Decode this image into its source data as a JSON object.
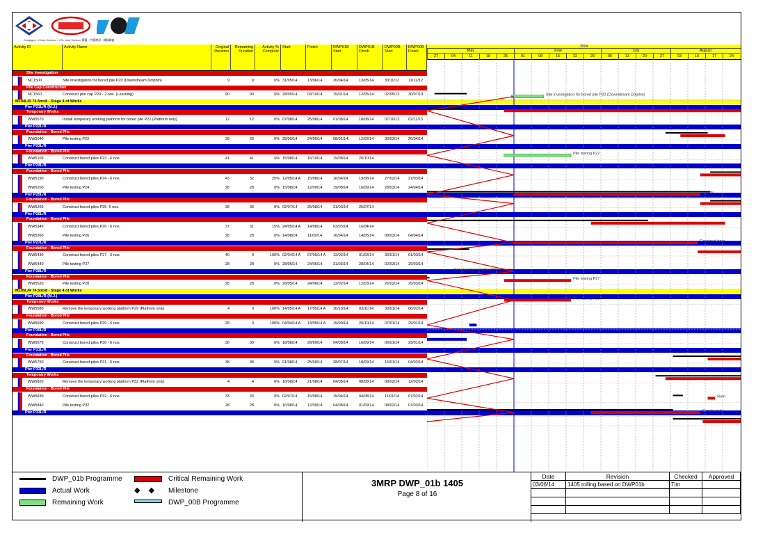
{
  "logos": {
    "caption": "Dragages - China Harbour - VSL Joint Venture 寶嘉 - 中國港灣 - 威勝聯營"
  },
  "table_header": {
    "activity_id": "Activity ID",
    "activity_name": "Activity Name",
    "orig_dur": "Original Duration",
    "rem_dur": "Remaining Duration",
    "pct": "Activity % Complete",
    "start": "Start",
    "finish": "Finish",
    "dwp01b_start": "DWP01B Start",
    "dwp01b_finish": "DWP01B Finish",
    "dwp00b_start": "DWP00B Start",
    "dwp00b_finish": "DWP00B Finish"
  },
  "timeline": {
    "year": "2014",
    "months": [
      "May",
      "June",
      "July",
      "August"
    ],
    "days": [
      "27",
      "04",
      "11",
      "18",
      "25",
      "01",
      "08",
      "15",
      "22",
      "29",
      "06",
      "13",
      "20",
      "27",
      "03",
      "10",
      "17",
      "24"
    ]
  },
  "rows": [
    {
      "type": "l3",
      "text": "Site Investigation"
    },
    {
      "type": "act",
      "id": "NC1500",
      "name": "Site investigation for bored pile P20 (Downstream Dolphin)",
      "od": "9",
      "rd": "9",
      "pct": "0%",
      "s": "31/05/14",
      "f": "13/06/14",
      "s1": "30/04/14",
      "f1": "13/05/14",
      "s0": "30/11/12",
      "f0": "11/12/12",
      "label": "Site investigation for bored pile P20 (Downstream Dolphin)"
    },
    {
      "type": "l3",
      "text": "Pile Cap Construction"
    },
    {
      "type": "act",
      "id": "NC1560",
      "name": "Construct pile cap P20 - 2 nos. (Learning)",
      "od": "90",
      "rd": "90",
      "pct": "0%",
      "s": "28/05/14",
      "f": "03/10/14",
      "s1": "15/01/14",
      "f1": "12/05/14",
      "s0": "02/05/13",
      "f0": "30/07/13",
      "label": ""
    },
    {
      "type": "l1",
      "text": "ML04L/R 74.5mx8 - Stage 4 of Works"
    },
    {
      "type": "l2",
      "text": "Pier P21L/R (M.J.)"
    },
    {
      "type": "l3",
      "text": "Temporary Works"
    },
    {
      "type": "act",
      "id": "WW5570",
      "name": "Install temporary working platform for bored pile P21 (Platform only)",
      "od": "12",
      "rd": "12",
      "pct": "0%",
      "s": "07/08/14",
      "f": "25/08/14",
      "s1": "01/08/14",
      "f1": "18/08/14",
      "s0": "07/10/13",
      "f0": "02/11/13",
      "label": ""
    },
    {
      "type": "l2",
      "text": "Pier P22L/R"
    },
    {
      "type": "l3",
      "text": "Foundation - Bored Pile"
    },
    {
      "type": "act",
      "id": "WW5040",
      "name": "Pile testing P22",
      "od": "28",
      "rd": "28",
      "pct": "0%",
      "s": "28/05/14",
      "f": "24/06/14",
      "s1": "08/01/14",
      "f1": "12/02/14",
      "s0": "30/03/14",
      "f0": "26/04/14",
      "label": "Pile testing P22"
    },
    {
      "type": "l2",
      "text": "Pier P23L/R"
    },
    {
      "type": "l3",
      "text": "Foundation - Bored Pile"
    },
    {
      "type": "act",
      "id": "WW5109",
      "name": "Construct bored piles P23 - 6 nos.",
      "od": "41",
      "rd": "41",
      "pct": "0%",
      "s": "15/08/14",
      "f": "16/10/14",
      "s1": "19/08/14",
      "f1": "20/10/14",
      "s0": "",
      "f0": "",
      "label": ""
    },
    {
      "type": "l2",
      "text": "Pier P24L/R"
    },
    {
      "type": "l3",
      "text": "Foundation - Bored Pile"
    },
    {
      "type": "act",
      "id": "WW5190",
      "name": "Construct bored piles P24 - 6 nos.",
      "od": "43",
      "rd": "32",
      "pct": "25%",
      "s": "12/05/14 A",
      "f": "15/08/14",
      "s1": "16/04/14",
      "f1": "19/08/14",
      "s0": "27/02/14",
      "f0": "27/03/14",
      "label": "Constr"
    },
    {
      "type": "act",
      "id": "WW5200",
      "name": "Pile testing P24",
      "od": "28",
      "rd": "28",
      "pct": "0%",
      "s": "15/08/14",
      "f": "12/09/14",
      "s1": "19/08/14",
      "f1": "16/09/14",
      "s0": "28/03/14",
      "f0": "24/04/14",
      "label": ""
    },
    {
      "type": "l2",
      "text": "Pier P25L/R"
    },
    {
      "type": "l3",
      "text": "Foundation - Bored Pile"
    },
    {
      "type": "act",
      "id": "WW5269",
      "name": "Construct bored piles P25- 6 nos.",
      "od": "39",
      "rd": "39",
      "pct": "0%",
      "s": "02/07/14",
      "f": "25/08/14",
      "s1": "31/03/14",
      "f1": "25/07/14",
      "s0": "",
      "f0": "",
      "label": ""
    },
    {
      "type": "l2",
      "text": "Pier P26L/R"
    },
    {
      "type": "l3",
      "text": "Foundation - Bored Pile"
    },
    {
      "type": "act",
      "id": "WW5349",
      "name": "Construct bored piles P26 - 6 nos.",
      "od": "37",
      "rd": "31",
      "pct": "15%",
      "s": "24/05/14 A",
      "f": "14/08/14",
      "s1": "03/03/14",
      "f1": "16/04/14",
      "s0": "",
      "f0": "",
      "label": "Construct bore"
    },
    {
      "type": "act",
      "id": "WW5360",
      "name": "Pile testing P26",
      "od": "28",
      "rd": "28",
      "pct": "0%",
      "s": "14/08/14",
      "f": "11/09/14",
      "s1": "16/04/14",
      "f1": "14/05/14",
      "s0": "08/03/14",
      "f0": "04/04/14",
      "label": ""
    },
    {
      "type": "l2",
      "text": "Pier P27L/R"
    },
    {
      "type": "l3",
      "text": "Foundation - Bored Pile"
    },
    {
      "type": "act",
      "id": "WW5430",
      "name": "Construct bored piles P27 - 6 nos.",
      "od": "40",
      "rd": "0",
      "pct": "100%",
      "s": "02/04/14 A",
      "f": "07/05/14 A",
      "s1": "12/02/14",
      "f1": "31/03/14",
      "s0": "30/01/14",
      "f0": "01/03/14",
      "label": "Construct bored piles P27 - 6 nos."
    },
    {
      "type": "act",
      "id": "WW5440",
      "name": "Pile testing P27",
      "od": "28",
      "rd": "28",
      "pct": "0%",
      "s": "28/05/14",
      "f": "24/06/14",
      "s1": "31/03/14",
      "f1": "28/04/14",
      "s0": "02/03/14",
      "f0": "29/03/14",
      "label": "Pile testing P27"
    },
    {
      "type": "l2",
      "text": "Pier P28L/R"
    },
    {
      "type": "l3",
      "text": "Foundation - Bored Pile"
    },
    {
      "type": "act",
      "id": "WW5520",
      "name": "Pile testing P28",
      "od": "28",
      "rd": "28",
      "pct": "0%",
      "s": "28/05/14",
      "f": "24/06/14",
      "s1": "12/02/14",
      "f1": "12/03/14",
      "s0": "26/02/14",
      "f0": "25/03/14",
      "label": "Pile testing P28"
    },
    {
      "type": "l1",
      "text": "ML05L/R 74.5mx8 - Stage 4 of Works"
    },
    {
      "type": "l2",
      "text": "Pier P29L/R (M.J.)"
    },
    {
      "type": "l3",
      "text": "Temporary Works"
    },
    {
      "type": "act",
      "id": "WW5580",
      "name": "Remove the temporary working platform P29 (Platform only)",
      "od": "4",
      "rd": "0",
      "pct": "100%",
      "s": "14/05/14 A",
      "f": "17/05/14 A",
      "s1": "30/10/14",
      "f1": "03/11/14",
      "s0": "30/01/14",
      "f0": "06/02/14",
      "label": ""
    },
    {
      "type": "l3",
      "text": "Foundation - Bored Pile"
    },
    {
      "type": "act",
      "id": "WW5590",
      "name": "Construct bored piles P29 - 6 nos.",
      "od": "28",
      "rd": "0",
      "pct": "100%",
      "s": "04/04/14 A",
      "f": "13/05/14 A",
      "s1": "19/09/14",
      "f1": "29/10/14",
      "s0": "07/01/14",
      "f0": "29/01/14",
      "label": ""
    },
    {
      "type": "l2",
      "text": "Pier P30L/R"
    },
    {
      "type": "l3",
      "text": "Foundation - Bored Pile"
    },
    {
      "type": "act",
      "id": "WW5670",
      "name": "Construct bored piles P30 - 6 nos.",
      "od": "30",
      "rd": "30",
      "pct": "0%",
      "s": "18/08/14",
      "f": "29/09/14",
      "s1": "04/08/14",
      "f1": "16/09/14",
      "s0": "06/01/14",
      "f0": "29/01/14",
      "label": ""
    },
    {
      "type": "l2",
      "text": "Pier P31L/R"
    },
    {
      "type": "l3",
      "text": "Foundation - Bored Pile"
    },
    {
      "type": "act",
      "id": "WW5750",
      "name": "Construct bored piles P31 - 6 nos.",
      "od": "38",
      "rd": "38",
      "pct": "0%",
      "s": "01/08/14",
      "f": "25/09/14",
      "s1": "28/07/14",
      "f1": "18/09/14",
      "s0": "15/01/14",
      "f0": "04/02/14",
      "label": ""
    },
    {
      "type": "l2",
      "text": "Pier P32L/R"
    },
    {
      "type": "l3",
      "text": "Temporary Works"
    },
    {
      "type": "act",
      "id": "WW5820",
      "name": "Remove the temporary working platform P32 (Platform only)",
      "od": "4",
      "rd": "4",
      "pct": "0%",
      "s": "18/08/14",
      "f": "21/08/14",
      "s1": "04/08/14",
      "f1": "08/08/14",
      "s0": "08/02/14",
      "f0": "12/02/14",
      "label": "Rem"
    },
    {
      "type": "l3",
      "text": "Foundation - Bored Pile"
    },
    {
      "type": "act",
      "id": "WW5830",
      "name": "Construct bored piles P32 - 6 nos.",
      "od": "33",
      "rd": "33",
      "pct": "0%",
      "s": "02/07/14",
      "f": "15/08/14",
      "s1": "15/04/14",
      "f1": "04/08/14",
      "s0": "11/01/14",
      "f0": "07/02/14",
      "label": "Construct bo"
    },
    {
      "type": "act",
      "id": "WW5840",
      "name": "Pile testing P32",
      "od": "28",
      "rd": "28",
      "pct": "0%",
      "s": "16/08/14",
      "f": "12/09/14",
      "s1": "04/08/14",
      "f1": "01/09/14",
      "s0": "08/02/14",
      "f0": "07/03/14",
      "label": ""
    },
    {
      "type": "l2",
      "text": "Pier P33L/R"
    }
  ],
  "legend": {
    "dwp01b": "DWP_01b Programme",
    "actual": "Actual Work",
    "remaining": "Remaining Work",
    "critical": "Critical Remaining Work",
    "milestone": "Milestone",
    "dwp00b": "DWP_00B Programme"
  },
  "title_box": {
    "title": "3MRP DWP_01b 1405",
    "page": "Page 8 of 16"
  },
  "revision": {
    "headers": [
      "Date",
      "Revision",
      "Checked",
      "Approved"
    ],
    "rows": [
      [
        "03/06/14",
        "1405 rolling based on DWP01b",
        "Tim",
        ""
      ]
    ]
  },
  "colors": {
    "critical": "#e00000",
    "actual": "#0000cc",
    "remaining": "#7ee07e",
    "baseline": "#000000",
    "header": "#ffff00"
  }
}
